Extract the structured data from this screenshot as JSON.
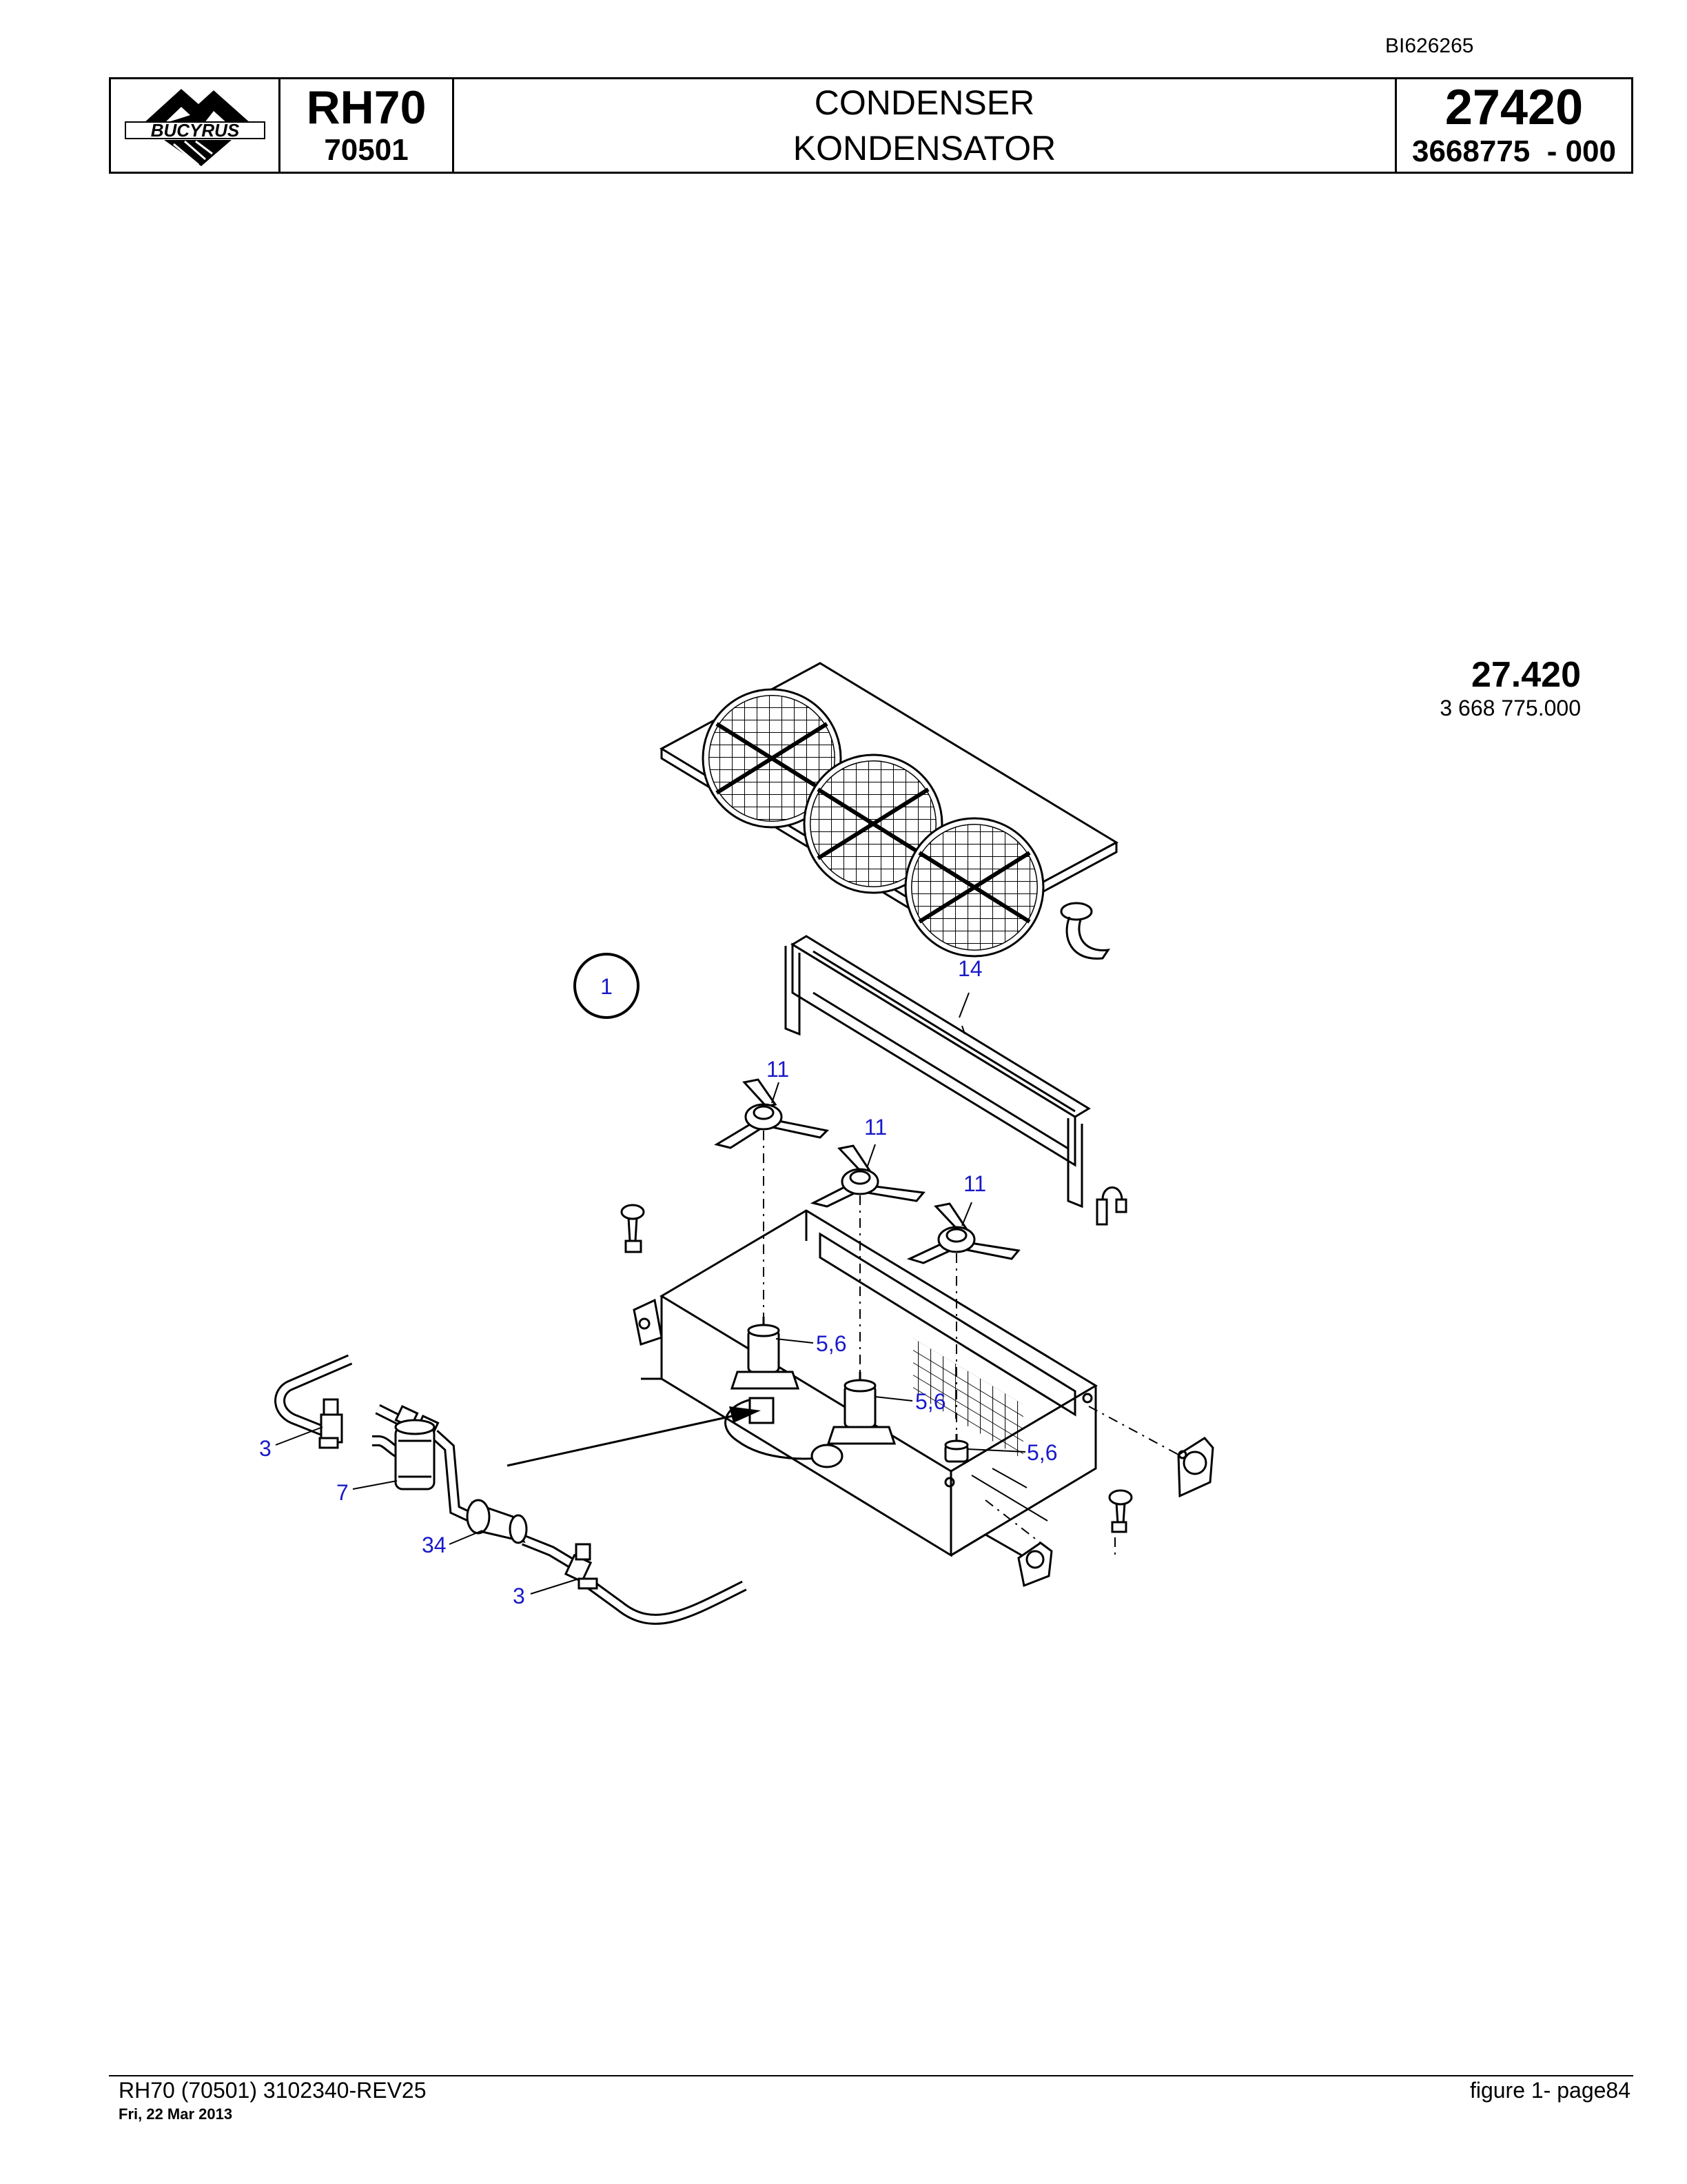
{
  "doc_id": "BI626265",
  "header": {
    "logo_text": "BUCYRUS",
    "model": "RH70",
    "serial": "70501",
    "title_en": "CONDENSER",
    "title_de": "KONDENSATOR",
    "group_number": "27420",
    "part_number": "3668775  - 000"
  },
  "reference": {
    "group": "27.420",
    "part": "3 668 775.000"
  },
  "drawing": {
    "figure_marker": "1",
    "callouts": [
      "14",
      "11",
      "11",
      "11",
      "5,6",
      "5,6",
      "5,6",
      "3",
      "7",
      "34",
      "3"
    ]
  },
  "footer": {
    "doc_ref": "RH70 (70501) 3102340-REV25",
    "date": "Fri, 22 Mar 2013",
    "page": "figure  1- page84"
  }
}
